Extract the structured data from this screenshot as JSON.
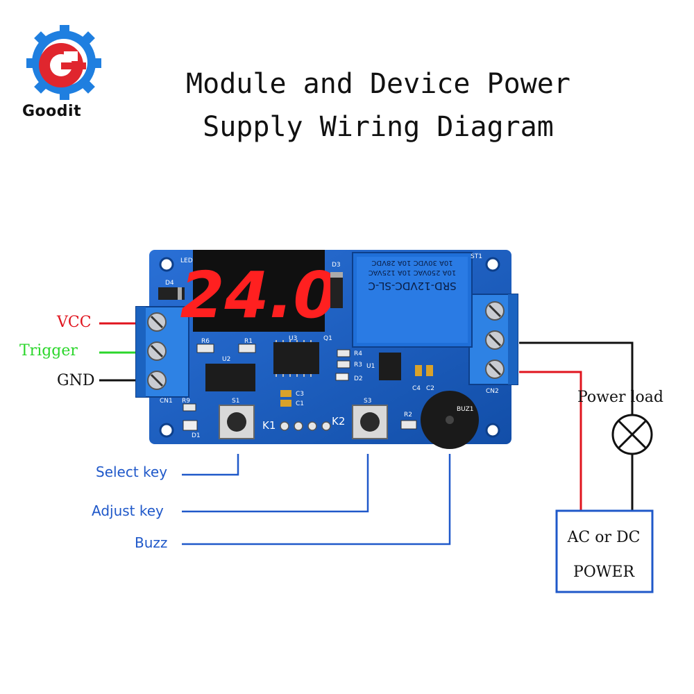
{
  "brand": {
    "name": "Goodit"
  },
  "title": {
    "line1": "Module and Device Power",
    "line2": "Supply Wiring Diagram"
  },
  "pins": {
    "vcc": "VCC",
    "trigger": "Trigger",
    "gnd": "GND"
  },
  "keys": {
    "select": "Select key",
    "adjust": "Adjust key",
    "buzz": "Buzz"
  },
  "load": {
    "label": "Power load"
  },
  "power": {
    "line1": "AC or DC",
    "line2": "POWER"
  },
  "board": {
    "display": "24.0",
    "relay_lines": [
      "SRD-12VDC-SL-C",
      "10A 250VAC 10A 125VAC",
      "10A 30VDC 10A 28VDC"
    ],
    "silk": {
      "led": "LED",
      "d4": "D4",
      "d3": "D3",
      "st1": "ST1",
      "q1": "Q1",
      "u3": "U3",
      "r6": "R6",
      "r1": "R1",
      "u2": "U2",
      "r4": "R4",
      "r3": "R3",
      "u1": "U1",
      "d2": "D2",
      "c4": "C4",
      "c2": "C2",
      "cn1": "CN1",
      "r9": "R9",
      "s1": "S1",
      "c3": "C3",
      "c1": "C1",
      "s3": "S3",
      "r2": "R2",
      "buz1": "BUZ1",
      "d1": "D1",
      "k1": "K1",
      "k2": "K2",
      "cn2": "CN2"
    }
  },
  "colors": {
    "vcc": "#e0141e",
    "trigger": "#2bd62b",
    "gnd": "#111111",
    "keys": "#1f58c9",
    "board": "#1b5fc4",
    "digits": "#ff2020"
  }
}
